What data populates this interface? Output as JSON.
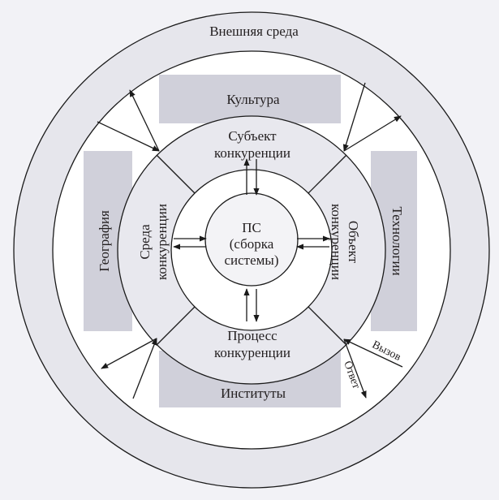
{
  "diagram": {
    "outer_ring": "Внешняя среда",
    "factors": {
      "top": "Культура",
      "bottom": "Институты",
      "left": "География",
      "right": "Технологии"
    },
    "competition_ring": {
      "top": [
        "Субъект",
        "конкуренции"
      ],
      "bottom": [
        "Процесс",
        "конкуренции"
      ],
      "left": [
        "Среда",
        "конкуренции"
      ],
      "right": [
        "Объект",
        "конкуренции"
      ]
    },
    "core": [
      "ПС",
      "(сборка",
      "системы)"
    ],
    "arrow_labels": {
      "challenge": "Вызов",
      "response": "Ответ"
    },
    "colors": {
      "background": "#f2f2f6",
      "outer_ring_fill": "#e6e6ec",
      "factor_box_fill": "#d0d0da",
      "competition_ring_fill": "#e8e8ee",
      "white": "#ffffff",
      "core_fill": "#f3f3f6",
      "line": "#1a1a1a"
    }
  }
}
